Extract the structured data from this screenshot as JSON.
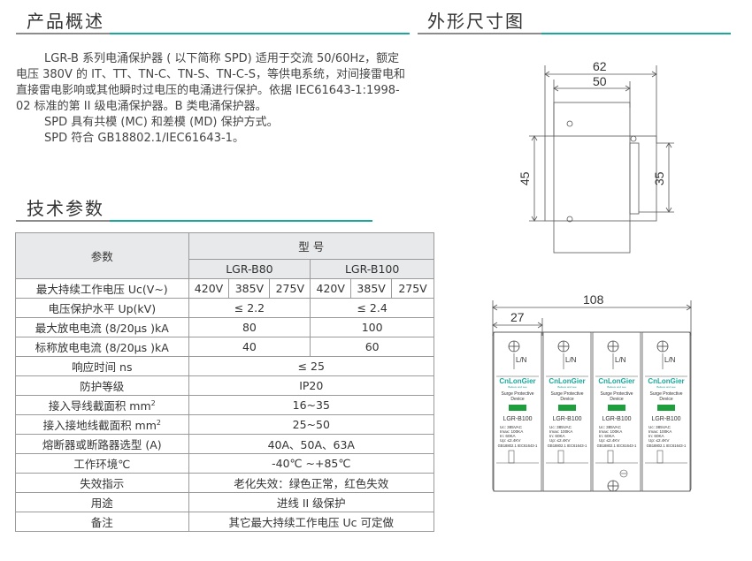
{
  "sections": {
    "overview_title": "产品概述",
    "dimension_title": "外形尺寸图",
    "tech_title": "技术参数"
  },
  "overview": {
    "p1": "LGR-B 系列电涌保护器 ( 以下简称 SPD) 适用于交流 50/60Hz，额定电压 380V 的 IT、TT、TN-C、TN-S、TN-C-S，等供电系统，对间接雷电和直接雷电影响或其他瞬时过电压的电涌进行保护。依据 IEC61643-1:1998-02 标准的第 II 级电涌保护器。B 类电涌保护器。",
    "p2": "SPD 具有共模 (MC) 和差模 (MD) 保护方式。",
    "p3": "SPD 符合 GB18802.1/IEC61643-1。"
  },
  "table": {
    "param_header": "参数",
    "model_header": "型 号",
    "model_a": "LGR-B80",
    "model_b": "LGR-B100",
    "rows": {
      "uc_label": "最大持续工作电压 Uc(V~)",
      "uc_values": [
        "420V",
        "385V",
        "275V",
        "420V",
        "385V",
        "275V"
      ],
      "up_label": "电压保护水平 Up(kV)",
      "up_a": "≤ 2.2",
      "up_b": "≤ 2.4",
      "imax_label": "最大放电电流 (8/20μs )kA",
      "imax_a": "80",
      "imax_b": "100",
      "in_label": "标称放电电流 (8/20μs )kA",
      "in_a": "40",
      "in_b": "60",
      "response_label": "响应时间 ns",
      "response_val": "≤ 25",
      "ip_label": "防护等级",
      "ip_val": "IP20",
      "wire_label": "接入导线截面积 mm",
      "wire_sup": "2",
      "wire_val": "16~35",
      "ground_label": "接入接地线截面积 mm",
      "ground_sup": "2",
      "ground_val": "25~50",
      "fuse_label": "熔断器或断路器选型 (A)",
      "fuse_val": "40A、50A、63A",
      "env_label": "工作环境℃",
      "env_val": "-40℃ ~+85℃",
      "fail_label": "失效指示",
      "fail_val": "老化失效：绿色正常，红色失效",
      "use_label": "用途",
      "use_val": "进线 II 级保护",
      "note_label": "备注",
      "note_val": "其它最大持续工作电压 Uc 可定做"
    }
  },
  "drawing1": {
    "dim_62": "62",
    "dim_50": "50",
    "dim_45": "45",
    "dim_35": "35"
  },
  "drawing2": {
    "dim_108": "108",
    "dim_27": "27",
    "terminal": "L/N",
    "brand": "CnLonGier",
    "tagline": "Believe and see",
    "product_line1": "Surge Protective",
    "product_line2": "Device",
    "model": "LGR-B100",
    "spec1": "Uc:  385VAC",
    "spec2": "Imax: 100KA",
    "spec3": "In:   60KA",
    "spec4": "Up:  ≤2.4KV",
    "standard": "GB18802.1 IEC61643-1"
  },
  "colors": {
    "accent": "#1aa79c",
    "rule_gray": "#8c8c8c",
    "header_bg": "#e8e9ea",
    "indicator": "#1f9e3e",
    "brand": "#1aa79c"
  }
}
